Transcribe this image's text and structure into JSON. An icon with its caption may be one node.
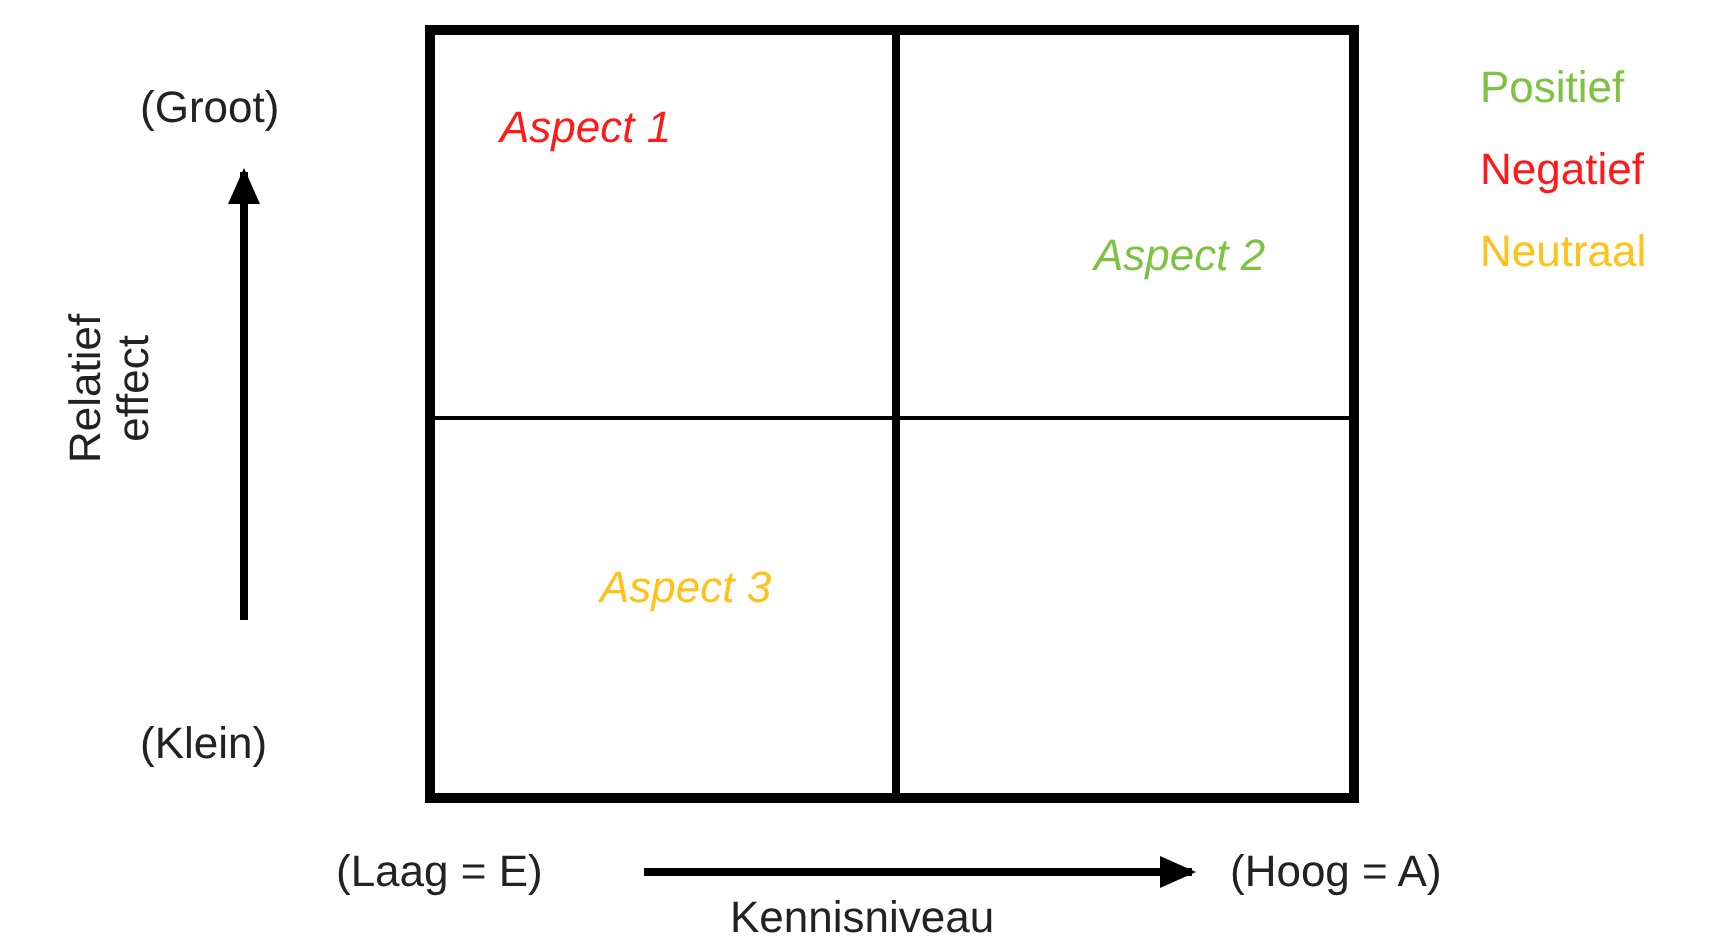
{
  "diagram": {
    "labels": [
      "(Groot)",
      "Aspect 1",
      "Aspect 2",
      "Relatief effect",
      "Aspect 3",
      "(Klein)",
      "(Laag = E)",
      "(Hoog = A)",
      "Kennisniveau"
    ],
    "legend": [
      {
        "text": "Positief",
        "color": "#7dc242"
      },
      {
        "text": "Negatief",
        "color": "#ff1a1a"
      },
      {
        "text": "Neutraal",
        "color": "#ffc21a"
      }
    ]
  }
}
